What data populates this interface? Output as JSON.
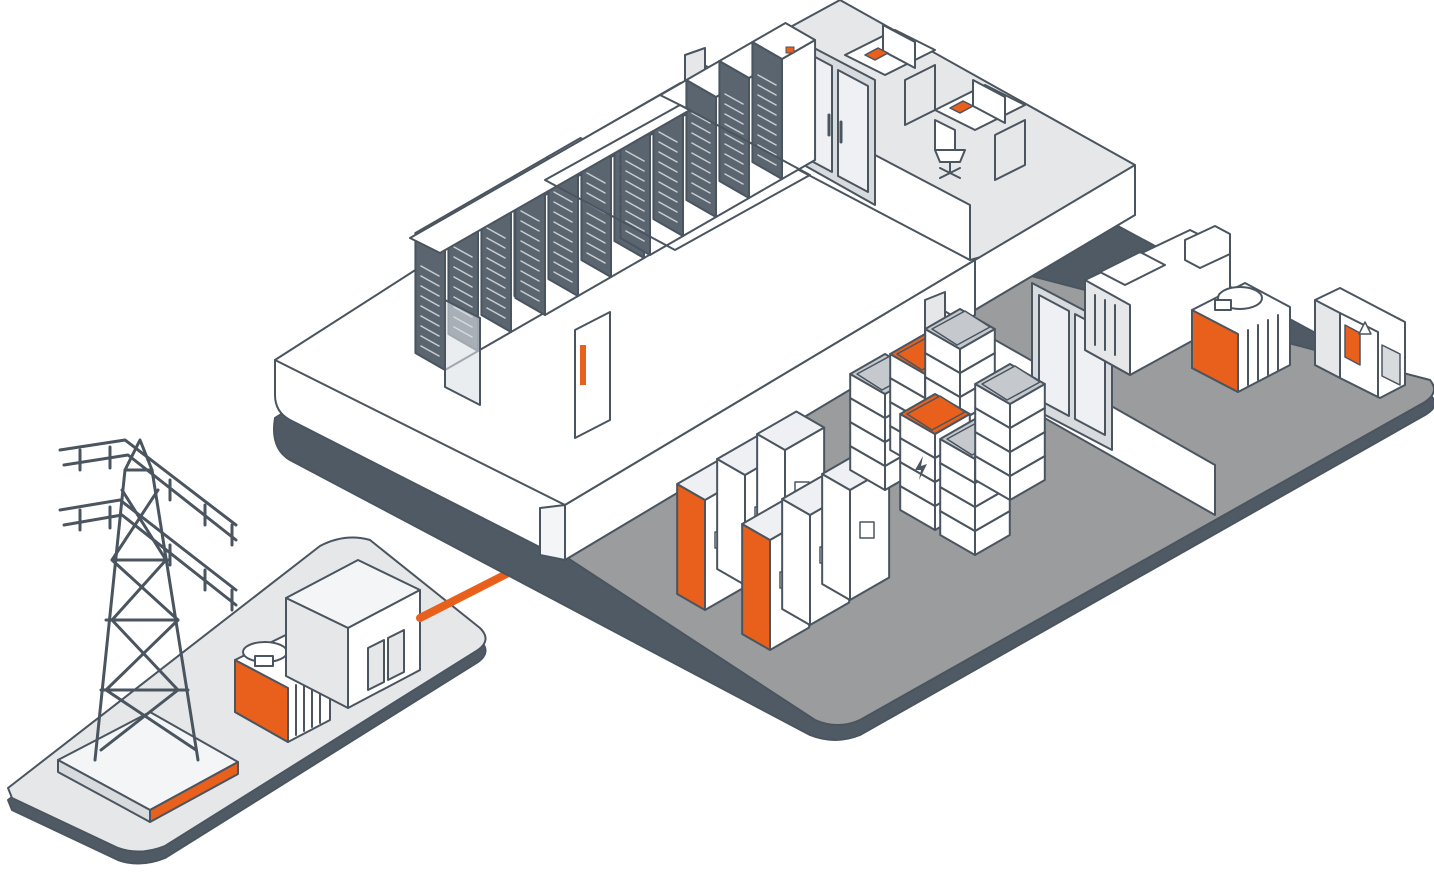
{
  "illustration": "isometric-data-center-power-infrastructure",
  "colors": {
    "accent": "#e8601c",
    "outline": "#4a5560",
    "slab_dark": "#4f5a64",
    "floor_light": "#f4f5f6",
    "floor_mid": "#e6e7e9",
    "floor_grey": "#9b9c9e",
    "rack_body": "#5a6570",
    "panel_white": "#ffffff",
    "panel_grey": "#d8dbde"
  },
  "areas": [
    {
      "id": "grid-connection",
      "icons": [
        "transmission-tower-icon",
        "transformer-icon",
        "switchgear-icon"
      ]
    },
    {
      "id": "server-hall",
      "icons": [
        "server-rack-icon",
        "cold-aisle-icon",
        "rack-door-icon"
      ]
    },
    {
      "id": "control-room",
      "icons": [
        "desk-icon",
        "monitor-icon",
        "office-chair-icon",
        "glass-door-icon"
      ]
    },
    {
      "id": "power-room",
      "icons": [
        "ups-cabinet-icon",
        "battery-stack-icon",
        "lightning-icon"
      ]
    },
    {
      "id": "plant-room",
      "icons": [
        "chiller-icon",
        "generator-icon",
        "distribution-panel-icon",
        "warning-icon",
        "glass-door-icon"
      ]
    }
  ],
  "links": [
    {
      "from": "grid-connection",
      "to": "power-room",
      "style": "orange-cable"
    }
  ]
}
